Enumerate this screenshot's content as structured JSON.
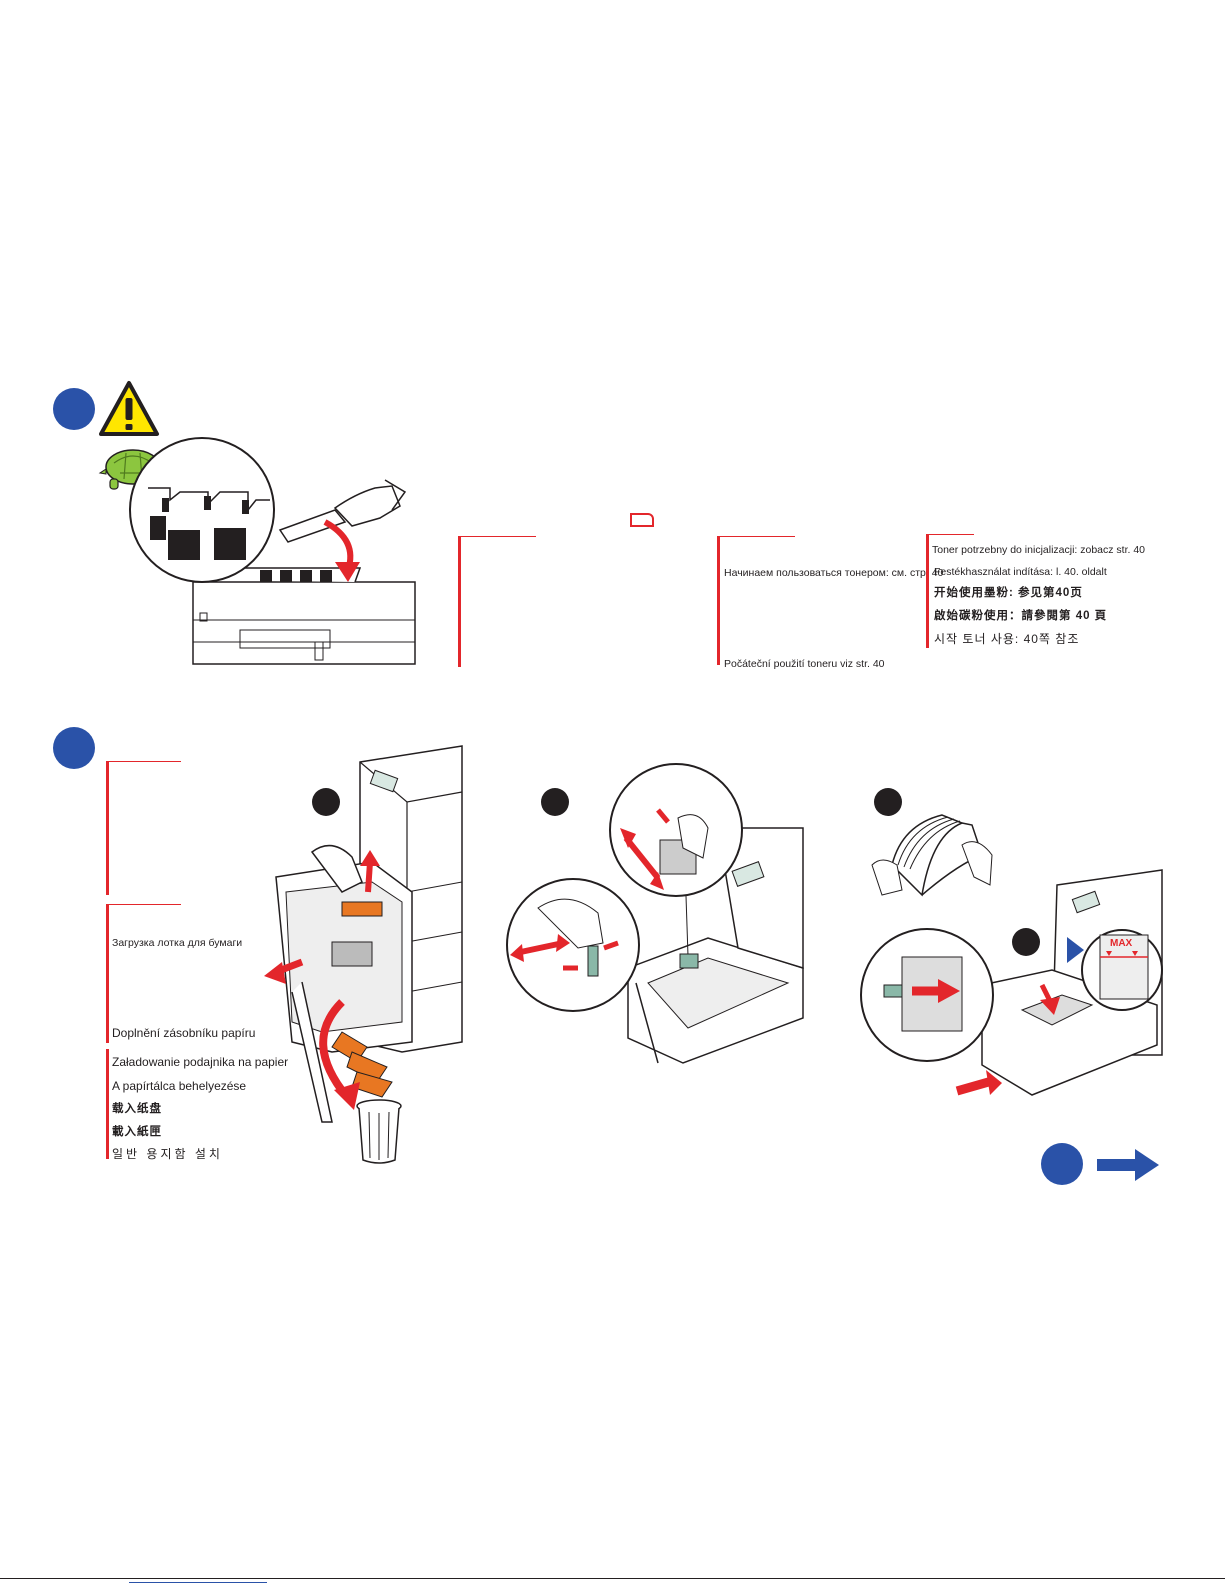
{
  "step1": {
    "toner_texts": {
      "ru": "Начинаем пользоваться тонером: см. стр. 40",
      "cs": "Počáteční použití toneru viz str. 40",
      "pl": "Toner potrzebny do inicjalizacji: zobacz str. 40",
      "hu": "Festékhasználat indítása: l. 40. oldalt",
      "zh_cn": "开始使用墨粉: 参见第40页",
      "zh_tw": "啟始碳粉使用：請參閱第 40 頁",
      "ko": "시작 토너 사용: 40쪽 참조"
    }
  },
  "step2": {
    "tray_texts": {
      "ru": "Загрузка лотка для бумаги",
      "cs": "Doplnění zásobníku papíru",
      "pl": "Załadowanie podajnika na papier",
      "hu": "A papírtálca behelyezése",
      "zh_cn": "载入纸盘",
      "zh_tw": "載入紙匣",
      "ko": "일반 용지함 설치"
    },
    "max_label": "MAX"
  },
  "colors": {
    "step_blue": "#2a52a8",
    "accent_red": "#e3262b",
    "tape_orange": "#e87722",
    "hazard_yellow": "#ffe600",
    "turtle_green": "#8cc63f"
  },
  "icons": [
    "warning-icon",
    "turtle-icon",
    "next-arrow-icon",
    "trash-can-icon"
  ]
}
